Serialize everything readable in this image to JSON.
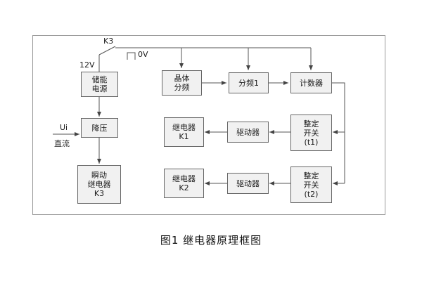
{
  "caption": "图1 继电器原理框图",
  "labels": {
    "switch": "K3",
    "supply": "12V",
    "zero": "0V",
    "input": "Ui",
    "input_sub": "直流"
  },
  "blocks": {
    "storage": [
      "储能",
      "电源"
    ],
    "stepdown": [
      "降压"
    ],
    "instant_relay": [
      "瞬动",
      "继电器",
      "K3"
    ],
    "crystal": [
      "晶体",
      "分频"
    ],
    "divider": [
      "分频1"
    ],
    "counter": [
      "计数器"
    ],
    "relay1": [
      "继电器",
      "K1"
    ],
    "driver1": [
      "驱动器"
    ],
    "setting1": [
      "整定",
      "开关",
      "(t1)"
    ],
    "relay2": [
      "继电器",
      "K2"
    ],
    "driver2": [
      "驱动器"
    ],
    "setting2": [
      "整定",
      "开关",
      "(t2)"
    ]
  }
}
